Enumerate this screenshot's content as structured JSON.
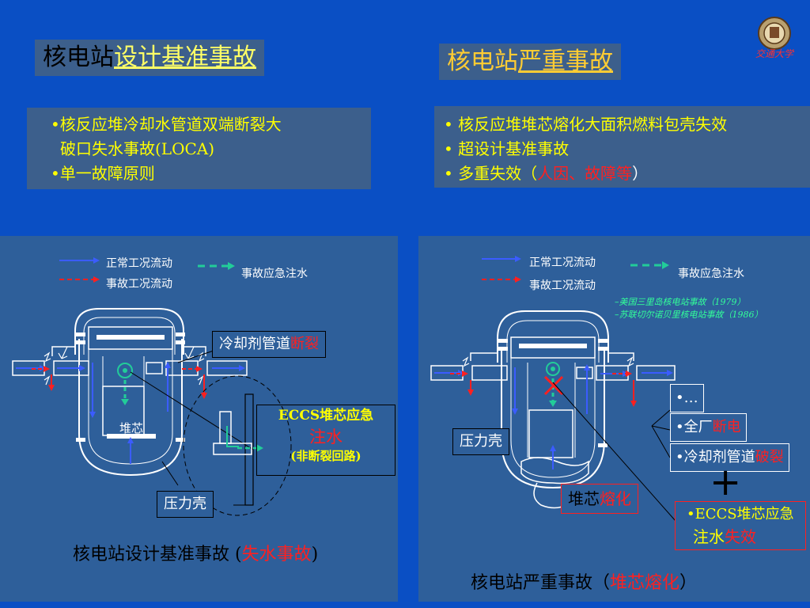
{
  "left": {
    "title_prefix": "核电站",
    "title_underlined": "设计基准事故",
    "bullets": [
      "•核反应堆冷却水管道双端断裂大",
      "破口失水事故(LOCA)",
      "•单一故障原则"
    ],
    "legend": {
      "normal_flow": "正常工况流动",
      "accident_flow": "事故工况流动",
      "emergency_injection": "事故应急注水"
    },
    "labels": {
      "pipe_break_prefix": "冷却剂管道",
      "pipe_break_red": "断裂",
      "core": "堆芯",
      "pressure_vessel": "压力壳",
      "eccs_line1": "ECCS堆芯应急",
      "eccs_line2": "注水",
      "eccs_line3": "(非断裂回路)"
    },
    "caption_prefix": "核电站设计基准事故 (",
    "caption_red": "失水事故",
    "caption_suffix": ")"
  },
  "right": {
    "title_prefix": "核电站",
    "title_underlined": "严重事故",
    "bullets": {
      "b1": "• 核反应堆堆芯熔化大面积燃料包壳失效",
      "b2": "• 超设计基准事故",
      "b3_prefix": "• 多重失效（",
      "b3_red": "人因、故障等",
      "b3_suffix": "）"
    },
    "legend": {
      "normal_flow": "正常工况流动",
      "accident_flow": "事故工况流动",
      "emergency_injection": "事故应急注水"
    },
    "events": {
      "tmi": "–美国三里岛核电站事故（1979）",
      "chernobyl": "–苏联切尔诺贝里核电站事故（1986）"
    },
    "labels": {
      "pressure_vessel": "压力壳",
      "core_prefix": "堆芯",
      "core_red": "熔化",
      "dots": "•…",
      "blackout_prefix": "•全厂",
      "blackout_red": "断电",
      "pipe_break_prefix": "•冷却剂管道",
      "pipe_break_red": "破裂",
      "plus": "+",
      "eccs_line1": "•ECCS堆芯应急",
      "eccs_line2_prefix": "注水",
      "eccs_line2_red": "失效"
    },
    "caption_prefix": "核电站严重事故（",
    "caption_red": "堆芯熔化",
    "caption_suffix": "）"
  },
  "colors": {
    "background": "#0a4fc4",
    "panel": "#2e5f9a",
    "normal_flow": "#3b5cff",
    "accident_flow": "#ff2020",
    "emergency_flow": "#22cc99"
  },
  "logo": {
    "icon": "university-emblem-icon"
  }
}
